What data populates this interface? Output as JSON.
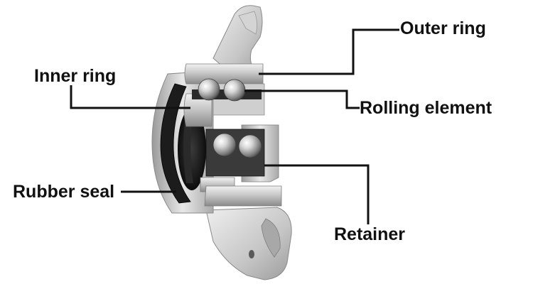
{
  "labels": {
    "outer_ring": "Outer ring",
    "inner_ring": "Inner ring",
    "rolling_element": "Rolling element",
    "rubber_seal": "Rubber seal",
    "retainer": "Retainer"
  },
  "colors": {
    "leader_line": "#111111",
    "label_text": "#111111",
    "metal_light": "#e4e4e4",
    "metal_mid": "#b9b9b9",
    "metal_dark": "#6f6f6f",
    "seal_black": "#1c1c1c",
    "background": "#ffffff"
  }
}
